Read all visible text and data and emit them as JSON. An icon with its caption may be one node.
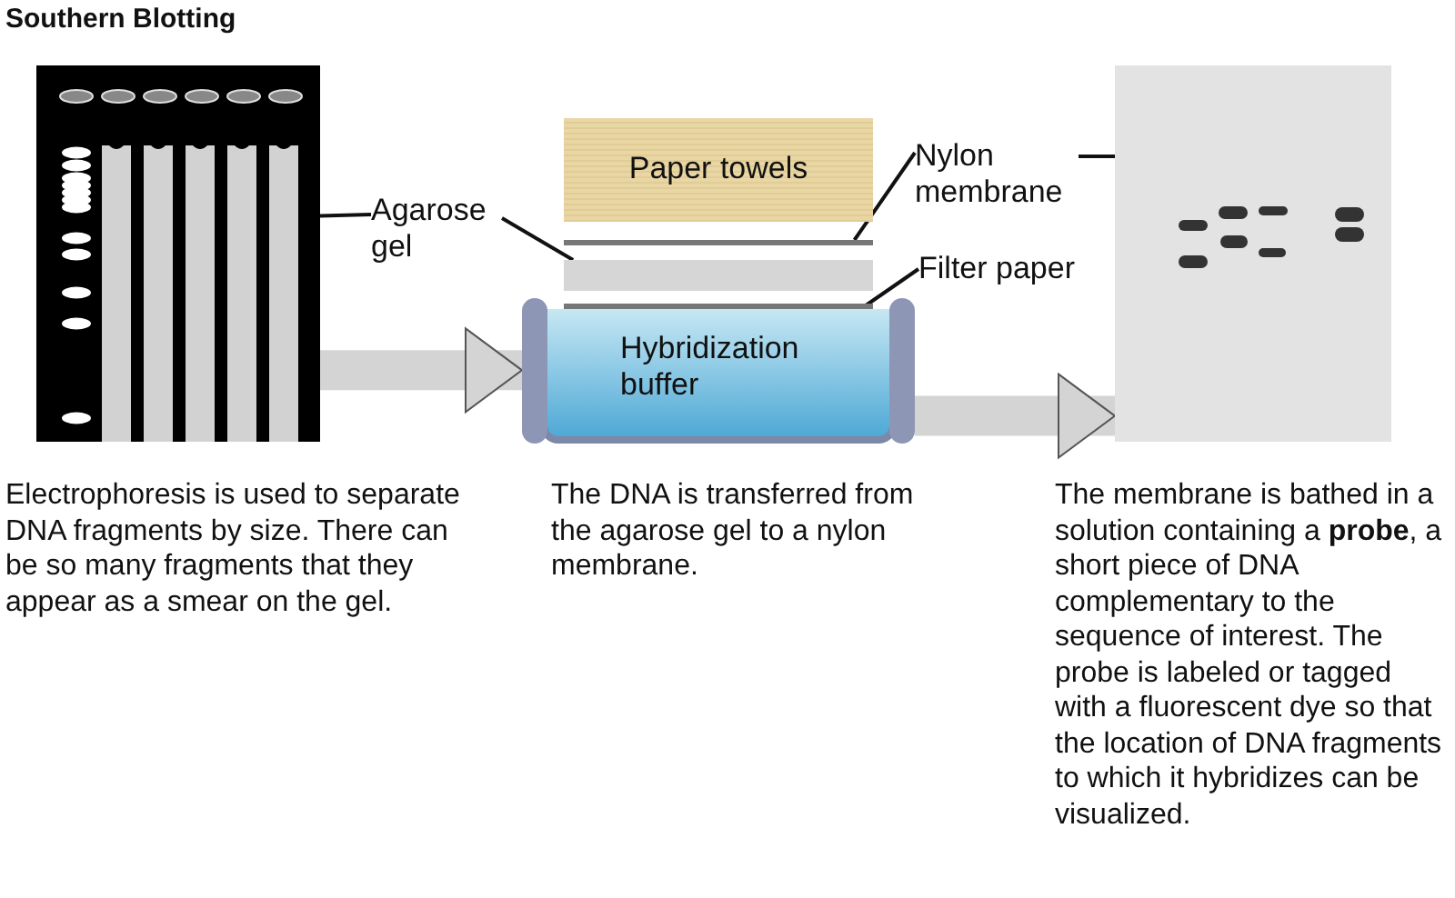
{
  "diagram": {
    "title": "Southern Blotting",
    "nodes": [
      {
        "text": [],
        "shape": "picture"
      },
      {
        "text": [
          "Agarose gel"
        ]
      },
      {
        "text": [
          "Paper towels"
        ]
      },
      {
        "text": [],
        "shape": "bar"
      },
      {
        "text": [],
        "shape": "bar"
      },
      {
        "text": [],
        "shape": "bar"
      },
      {
        "text": [
          "Hybridization buffer"
        ]
      },
      {
        "text": [
          "Nylon membrane"
        ]
      },
      {
        "text": [
          "Filter paper"
        ]
      },
      {
        "text": [],
        "shape": "picture"
      }
    ],
    "edges": [
      {
        "from": 1,
        "to": 0,
        "arrow": "none"
      },
      {
        "from": 1,
        "to": 4,
        "arrow": "none"
      },
      {
        "from": 7,
        "to": 3,
        "arrow": "none"
      },
      {
        "from": 7,
        "to": 9,
        "arrow": "none"
      },
      {
        "from": 8,
        "to": 5,
        "arrow": "none"
      },
      {
        "from": 0,
        "to": 6,
        "arrow": "to",
        "style": "thick",
        "color": "#d4d4d4"
      },
      {
        "from": 6,
        "to": 9,
        "arrow": "to",
        "style": "thick",
        "color": "#d4d4d4"
      }
    ],
    "labels": [
      "Electrophoresis is used to separate DNA fragments by size. There can be so many fragments that they appear as a smear on the gel.",
      "The DNA is transferred from the agarose gel to a nylon membrane.",
      "The membrane is bathed in a solution containing a **probe**, a short piece of DNA complementary to the sequence of interest. The probe is labeled or tagged with a fluorescent dye so that the location of DNA fragments to which it hybridizes can be visualized."
    ]
  }
}
